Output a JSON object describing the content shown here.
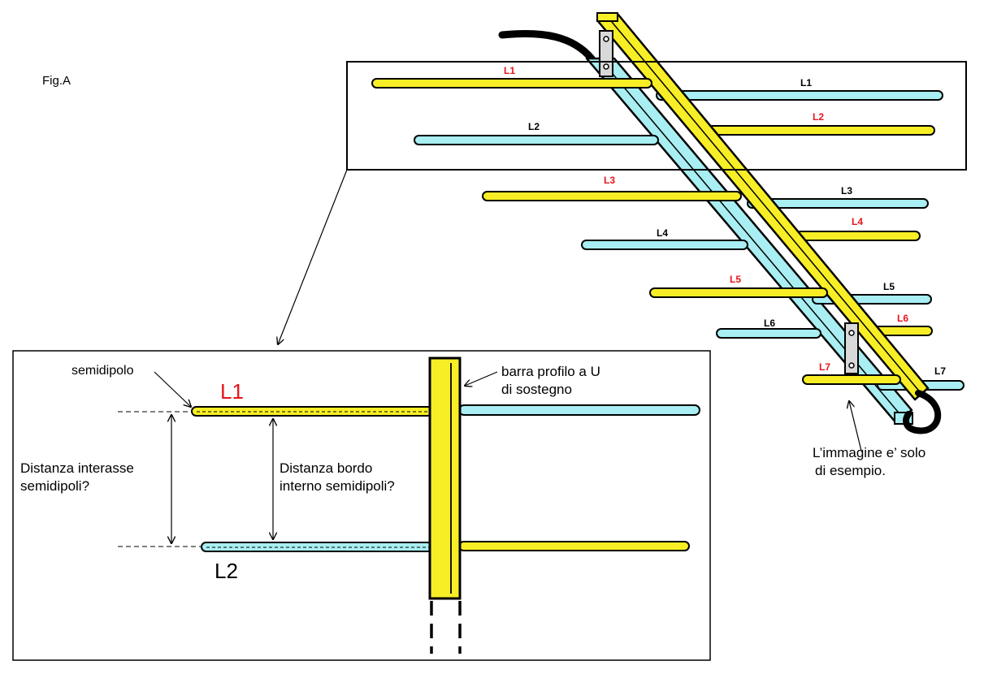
{
  "figure": {
    "label": "Fig.A"
  },
  "antenna": {
    "labels": {
      "L1_left": "L1",
      "L1_right": "L1",
      "L2_left": "L2",
      "L2_right": "L2",
      "L3_left": "L3",
      "L3_right": "L3",
      "L4_left": "L4",
      "L4_right": "L4",
      "L5_left": "L5",
      "L5_right": "L5",
      "L6_left": "L6",
      "L6_right": "L6",
      "L7_left": "L7",
      "L7_right": "L7"
    },
    "note_line1": "L’immagine e’ solo",
    "note_line2": "di esempio."
  },
  "detail": {
    "semidipolo": "semidipolo",
    "l1": "L1",
    "l2": "L2",
    "barra_line1": "barra profilo a U",
    "barra_line2": "di sostegno",
    "interasse_line1": "Distanza interasse",
    "interasse_line2": "semidipoli?",
    "bordo_line1": "Distanza bordo",
    "bordo_line2": "interno semidipoli?"
  },
  "colors": {
    "yellow": "#f7ee26",
    "cyan": "#a8eef2",
    "red_label": "#e8141b",
    "outline": "#000000"
  }
}
